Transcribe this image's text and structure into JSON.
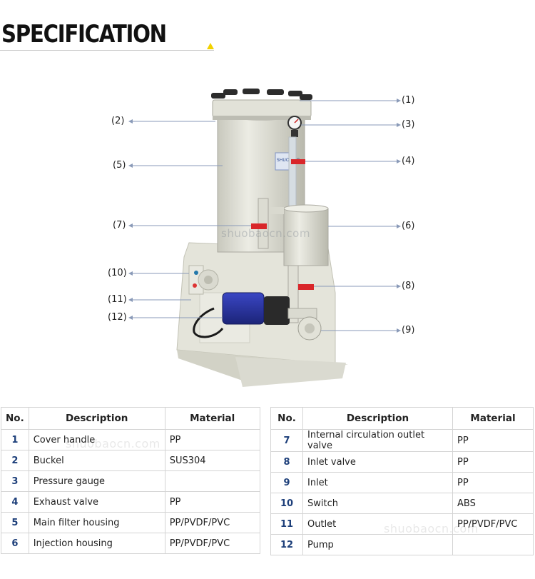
{
  "header": {
    "title": "SPECIFICATION"
  },
  "watermark": "shuobaocn.com",
  "callouts": [
    "(1)",
    "(2)",
    "(3)",
    "(4)",
    "(5)",
    "(6)",
    "(7)",
    "(8)",
    "(9)",
    "(10)",
    "(11)",
    "(12)"
  ],
  "product_label": "SHUO BAO",
  "table": {
    "columns": {
      "no": "No.",
      "description": "Description",
      "material": "Material"
    },
    "left_rows": [
      {
        "no": "1",
        "description": "Cover handle",
        "material": "PP"
      },
      {
        "no": "2",
        "description": "Buckel",
        "material": "SUS304"
      },
      {
        "no": "3",
        "description": "Pressure gauge",
        "material": ""
      },
      {
        "no": "4",
        "description": "Exhaust valve",
        "material": "PP"
      },
      {
        "no": "5",
        "description": "Main filter housing",
        "material": "PP/PVDF/PVC"
      },
      {
        "no": "6",
        "description": "Injection housing",
        "material": "PP/PVDF/PVC"
      }
    ],
    "right_rows": [
      {
        "no": "7",
        "description": "Internal circulation outlet valve",
        "material": "PP"
      },
      {
        "no": "8",
        "description": "Inlet valve",
        "material": "PP"
      },
      {
        "no": "9",
        "description": "Inlet",
        "material": "PP"
      },
      {
        "no": "10",
        "description": "Switch",
        "material": "ABS"
      },
      {
        "no": "11",
        "description": "Outlet",
        "material": "PP/PVDF/PVC"
      },
      {
        "no": "12",
        "description": "Pump",
        "material": ""
      }
    ]
  },
  "colors": {
    "housing": "#dcdcd2",
    "valve_red": "#d9262a",
    "motor_blue": "#27319a",
    "title_triangle": "#f2d200",
    "number_blue": "#1d3f7a"
  }
}
